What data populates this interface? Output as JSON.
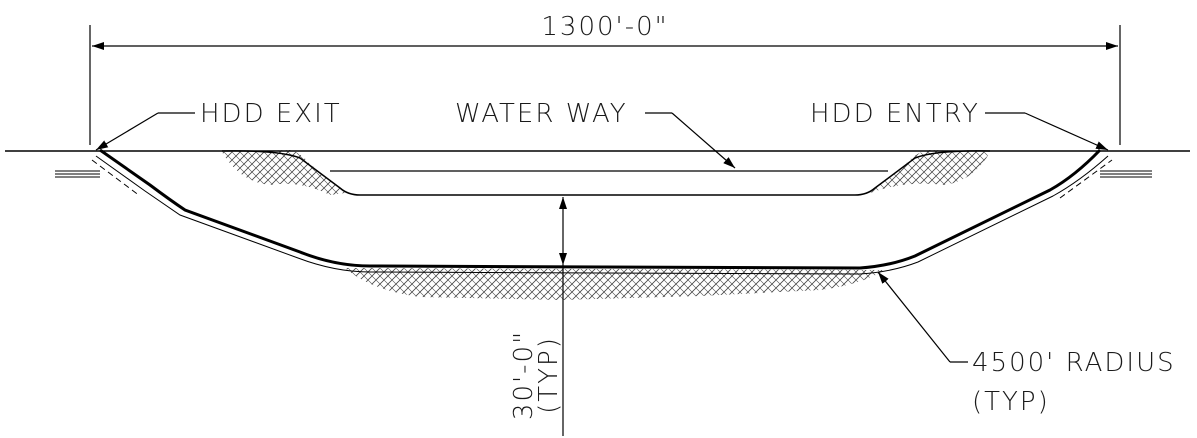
{
  "drawing": {
    "overall_length": "1300'-0\"",
    "exit_label": "HDD EXIT",
    "entry_label": "HDD ENTRY",
    "waterway_label": "WATER WAY",
    "depth_label": "30'-0\"",
    "depth_typ": "(TYP)",
    "radius_label": "4500' RADIUS",
    "radius_typ": "(TYP)"
  }
}
